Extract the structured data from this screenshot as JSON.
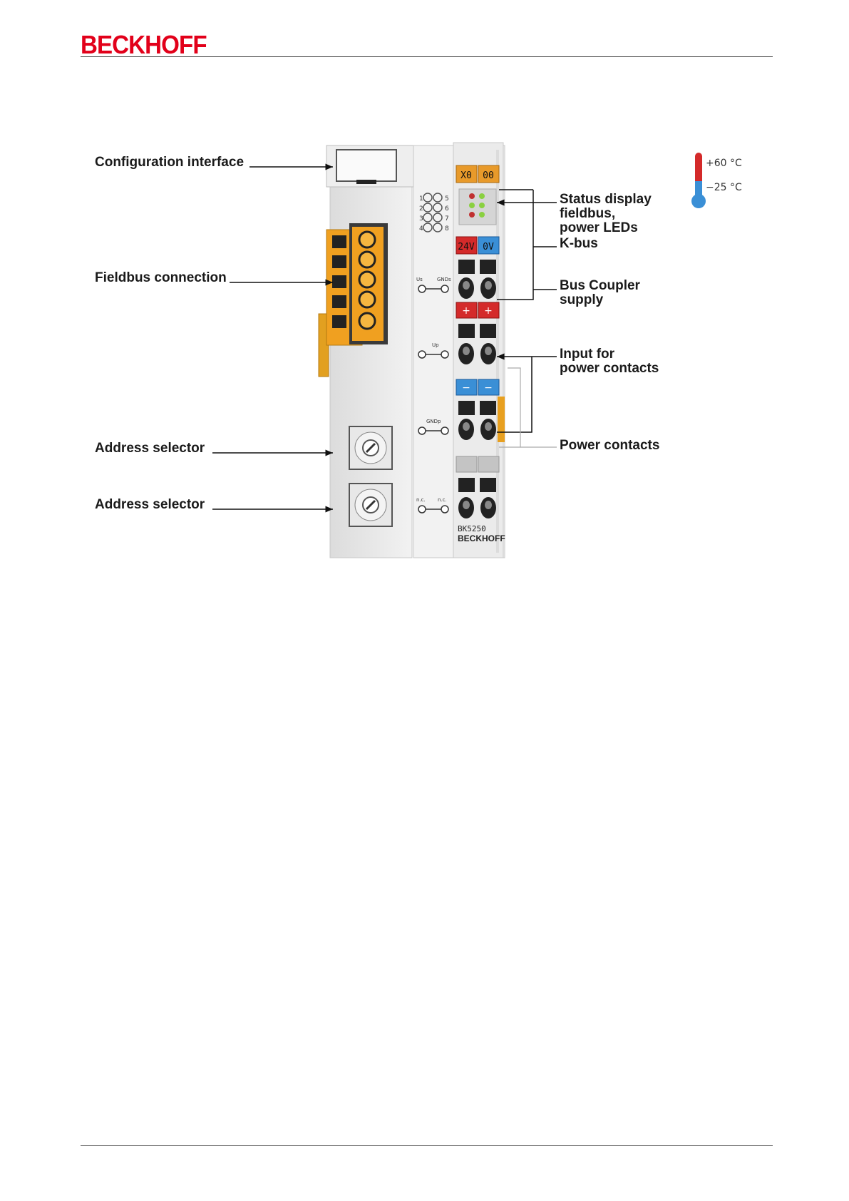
{
  "header": {
    "brand": "BECKHOFF"
  },
  "figure": {
    "callouts": {
      "config_interface": "Configuration interface",
      "fieldbus_connection": "Fieldbus connection",
      "address_selector_1": "Address selector",
      "address_selector_2": "Address selector",
      "status_display": "Status display",
      "fieldbus": "fieldbus,",
      "power_leds": "power LEDs",
      "kbus": "K-bus",
      "bus_coupler": "Bus Coupler",
      "supply": "supply",
      "input_for": "Input for",
      "power_contacts_input": "power contacts",
      "power_contacts": "Power contacts"
    },
    "device": {
      "tag_x0": "X0",
      "tag_00": "00",
      "tag_24v": "24V",
      "tag_0v": "0V",
      "plus": "+",
      "minus": "−",
      "model": "BK5250",
      "brand": "BECKHOFF",
      "led_labels_left": [
        "1",
        "2",
        "3",
        "4"
      ],
      "led_labels_right": [
        "5",
        "6",
        "7",
        "8"
      ],
      "terminal_us": "Us",
      "terminal_gndus": "GNDs",
      "terminal_up": "Up",
      "terminal_gndp": "GNDp",
      "terminal_nc1": "n.c.",
      "terminal_nc2": "n.c."
    },
    "temperature": {
      "max": "+60 °C",
      "min": "−25 °C"
    }
  },
  "colors": {
    "brand_red": "#e2001a",
    "orange": "#f0a020",
    "red_tag": "#d42a2a",
    "blue_tag": "#3a8fd6"
  }
}
